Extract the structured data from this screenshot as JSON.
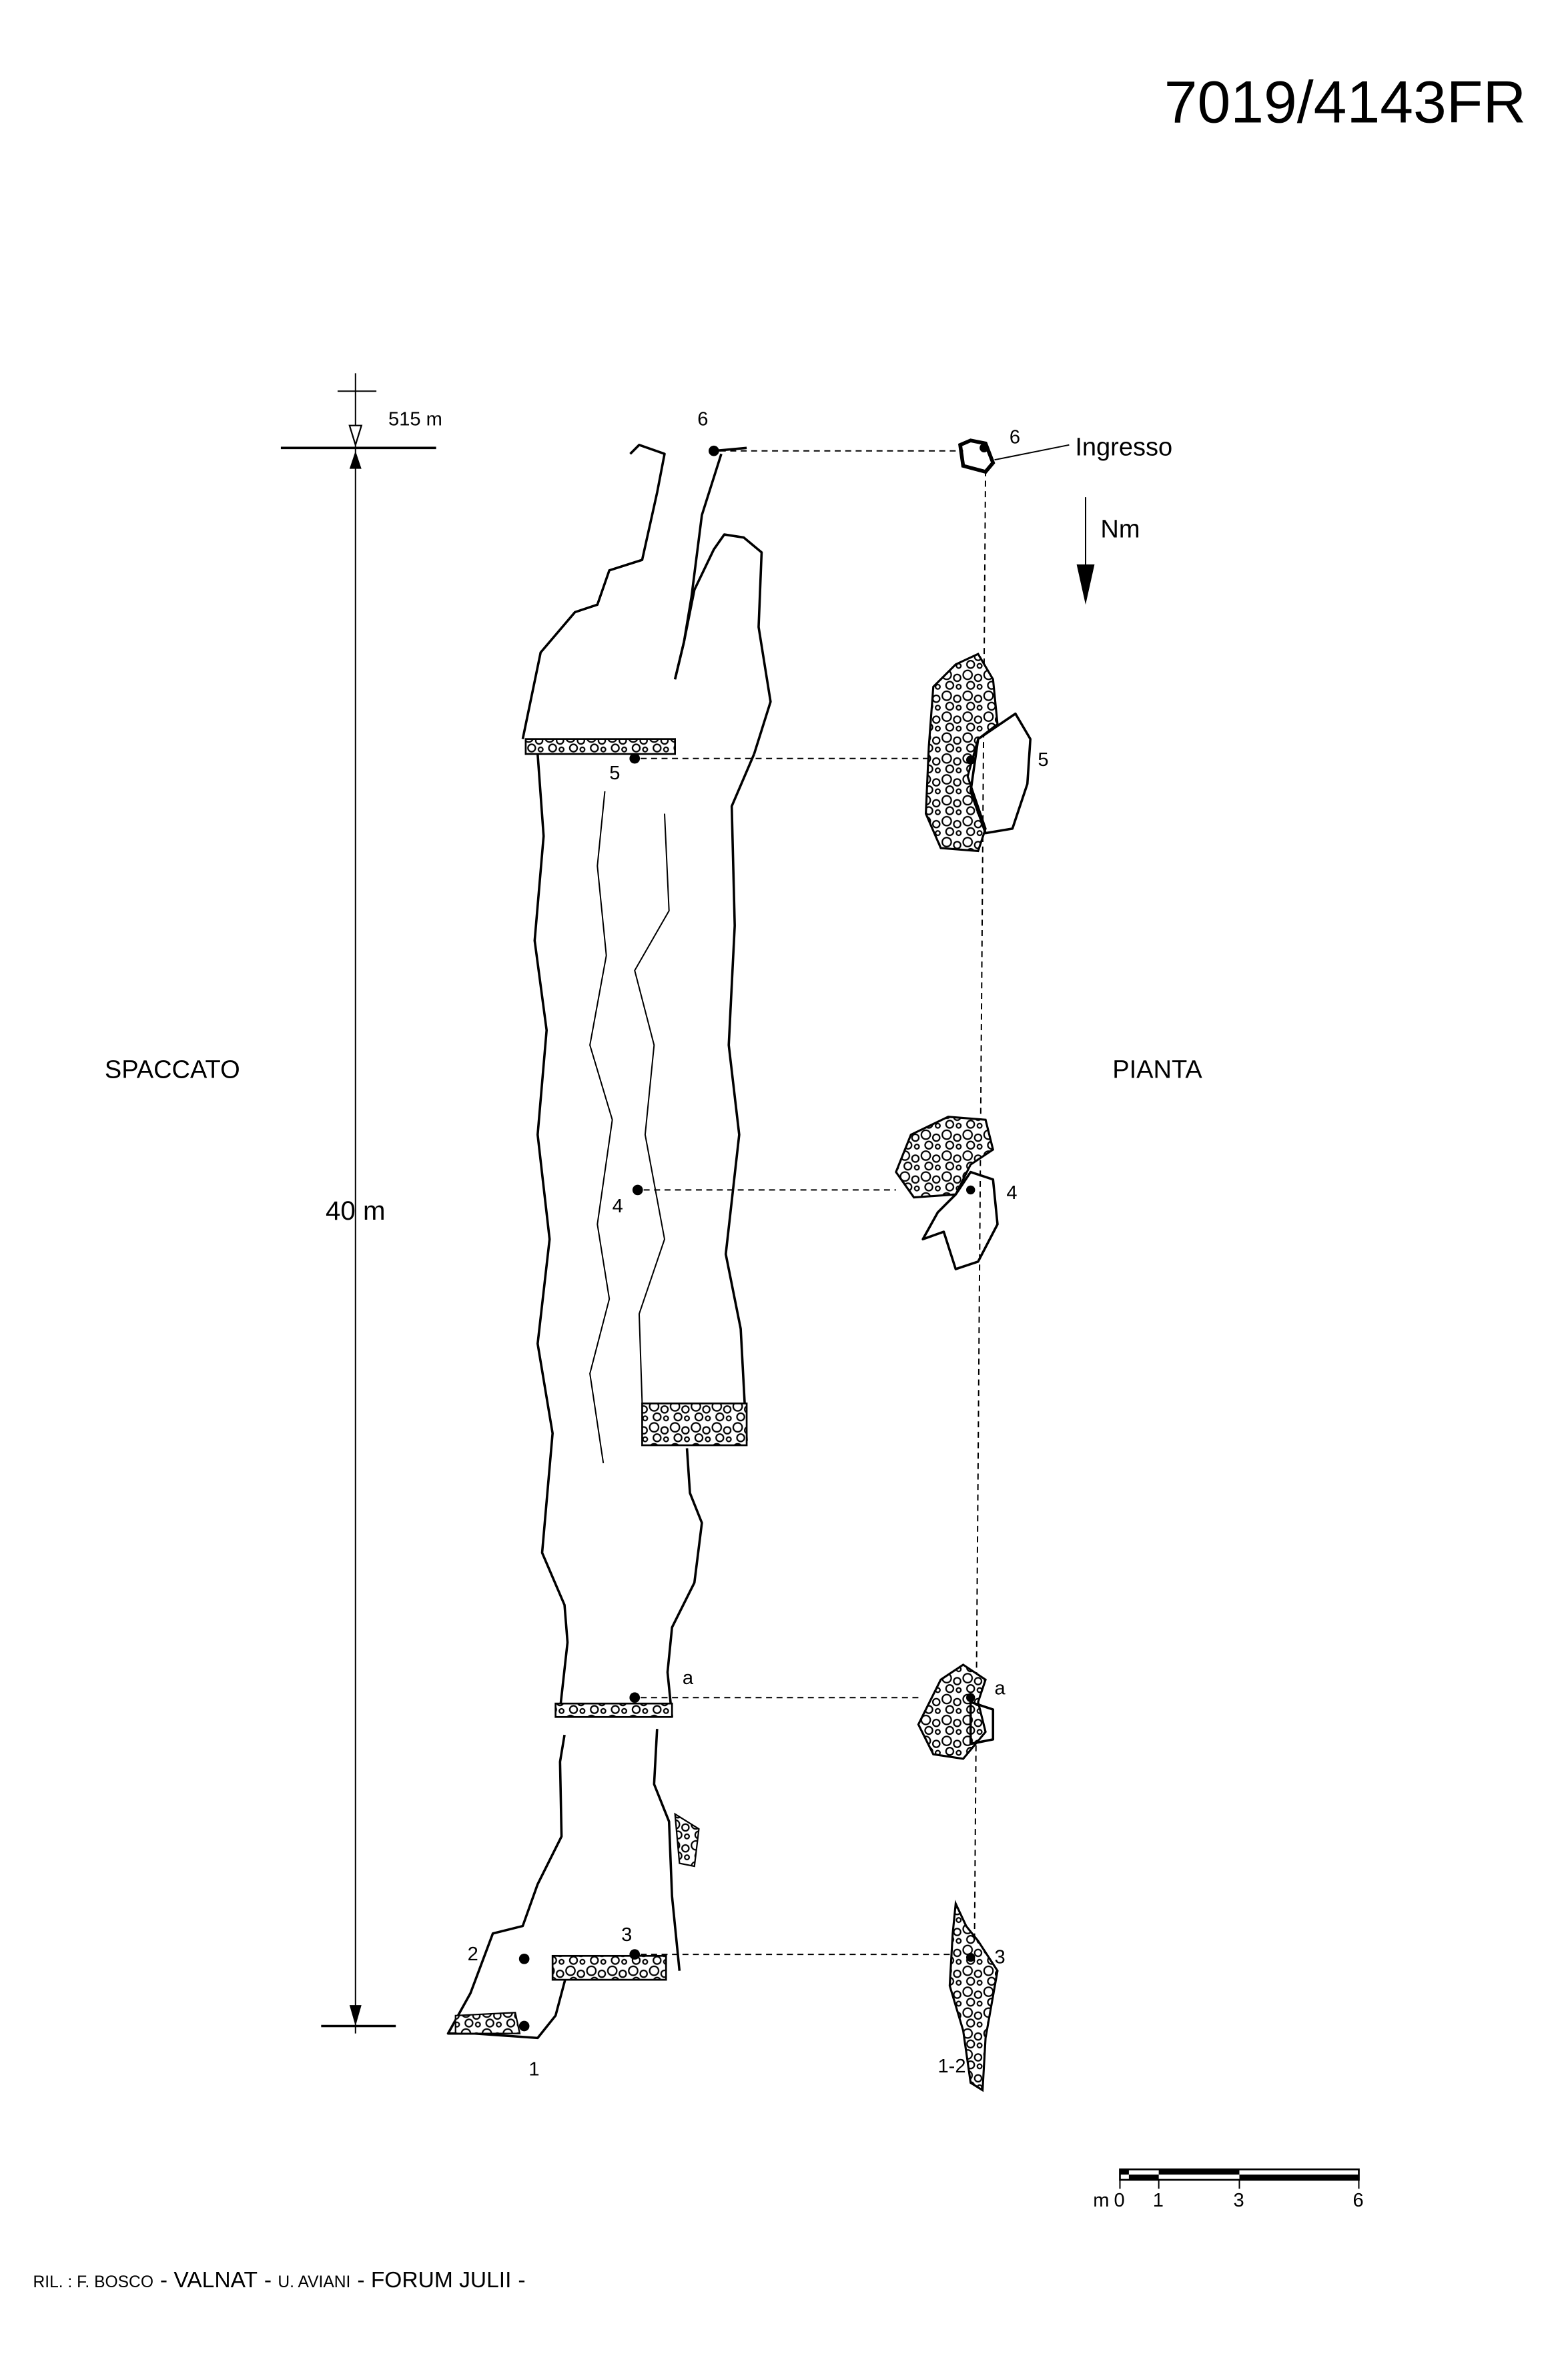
{
  "title": "7019/4143FR",
  "section_label": "SPACCATO",
  "plan_label": "PIANTA",
  "altitude": "515 m",
  "depth": "40 m",
  "entrance_label": "Ingresso",
  "north_label": "Nm",
  "section_stations": [
    "6",
    "5",
    "4",
    "a",
    "3",
    "2",
    "1"
  ],
  "plan_stations": [
    "6",
    "5",
    "4",
    "a",
    "3",
    "1-2"
  ],
  "scale_bar": {
    "unit": "m",
    "ticks": [
      "0",
      "1",
      "3",
      "6"
    ]
  },
  "credits": {
    "prefix": "RIL. : F. BOSCO",
    "group1": "VALNAT",
    "author2": "U. AVIANI",
    "group2": "FORUM JULII"
  }
}
